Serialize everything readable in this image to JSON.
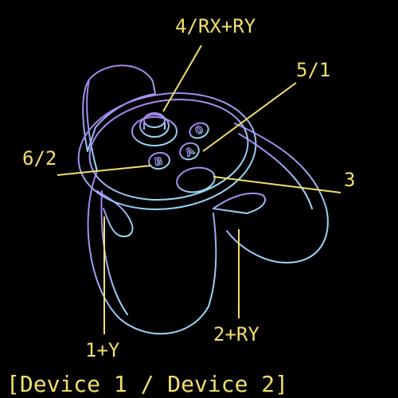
{
  "diagram": {
    "labels": {
      "top": "4/RX+RY",
      "upper_right": "5/1",
      "left": "6/2",
      "right": "3",
      "bottom_left": "1+Y",
      "bottom_right": "2+RY"
    },
    "buttons": {
      "b": "B",
      "a": "A",
      "zero": "0"
    },
    "caption": "[Device 1 / Device 2]",
    "colors": {
      "label": "#f3df6a",
      "outline_start": "#a87ee8",
      "outline_end": "#9ad8f6",
      "background": "#000000"
    }
  }
}
